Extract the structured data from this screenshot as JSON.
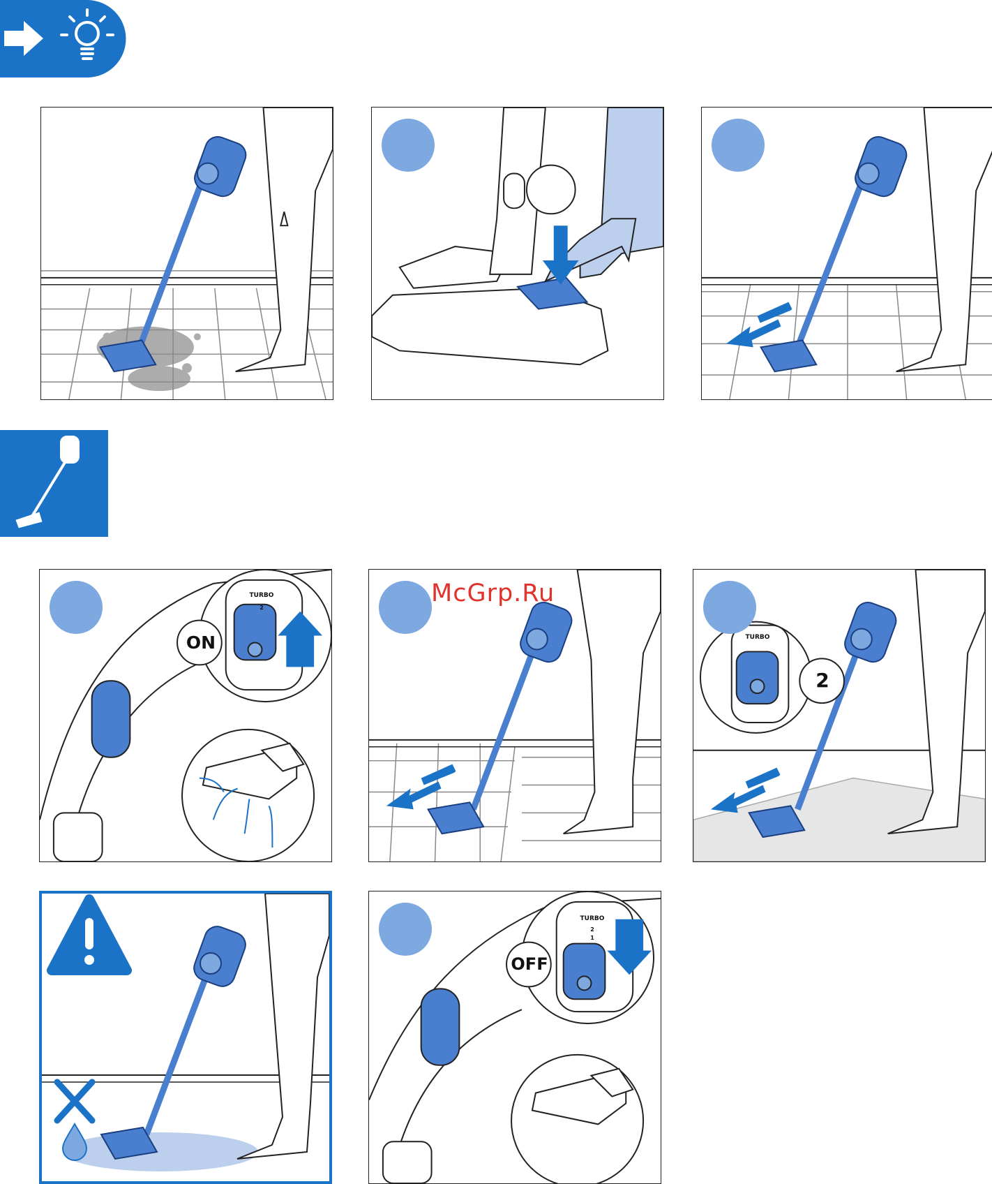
{
  "watermark": "McGrp.Ru",
  "header_icons": {
    "tip": "arrow-lightbulb-icon",
    "section": "stick-vacuum-icon"
  },
  "panels": {
    "p4": {
      "button_label": "ON",
      "slider_top": "TURBO",
      "slider_level": "2"
    },
    "p6": {
      "slider_top": "TURBO",
      "setting": "2"
    },
    "p8": {
      "button_label": "OFF",
      "slider_top": "TURBO",
      "slider_levels": [
        "2",
        "1"
      ]
    }
  },
  "colors": {
    "accent": "#1a73c7",
    "light_blue": "#7ea8e0",
    "pale_blue": "#bcd0ee"
  }
}
